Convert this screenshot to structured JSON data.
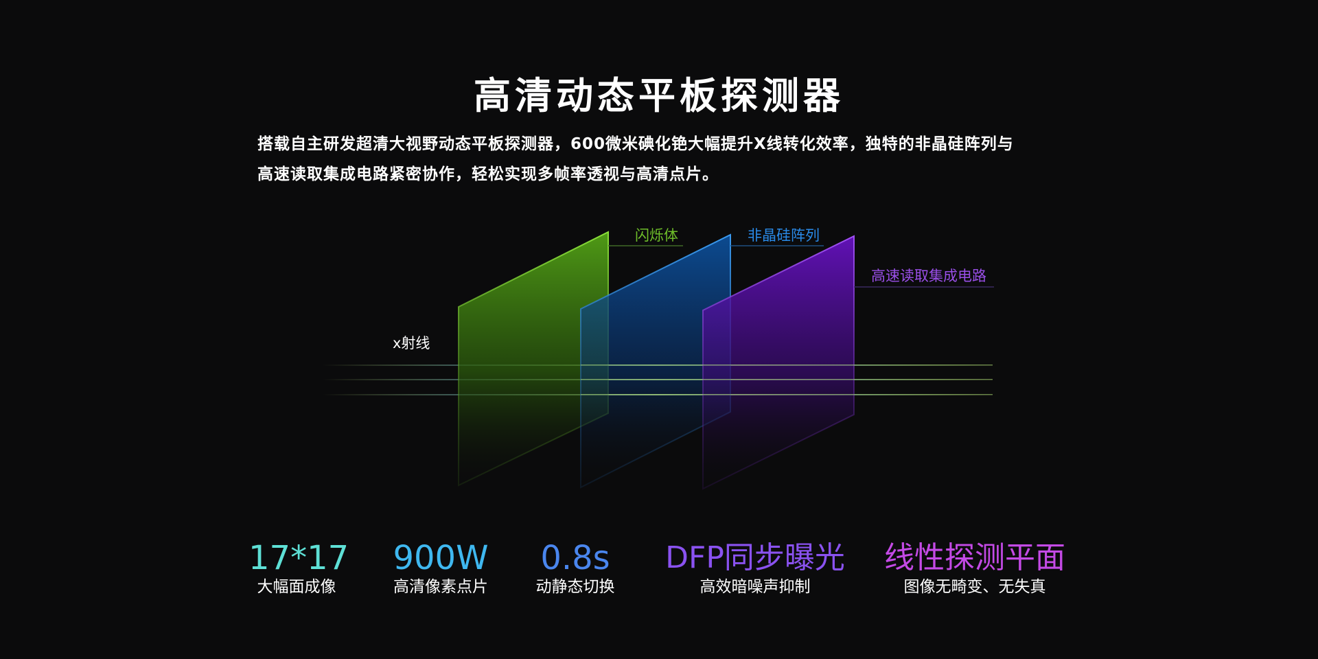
{
  "title": "高清动态平板探测器",
  "description": {
    "line1": "搭载自主研发超清大视野动态平板探测器，600微米碘化铯大幅提升X线转化效率，独特的非晶硅阵列与",
    "line2": "高速读取集成电路紧密协作，轻松实现多帧率透视与高清点片。"
  },
  "diagram": {
    "xray_label": "x射线",
    "layers": [
      {
        "name": "闪烁体",
        "color": "#6fbf2a"
      },
      {
        "name": "非晶硅阵列",
        "color": "#2a7fd8"
      },
      {
        "name": "高速读取集成电路",
        "color": "#8a3fe0"
      }
    ],
    "beam_color": "#c8f07a"
  },
  "stats": [
    {
      "value": "17*17",
      "caption": "大幅面成像",
      "color": "#5ee0d6"
    },
    {
      "value": "900W",
      "caption": "高清像素点片",
      "color": "#3fb8f0"
    },
    {
      "value": "0.8s",
      "caption": "动静态切换",
      "color": "#4a86ee"
    },
    {
      "value": "DFP同步曝光",
      "caption": "高效暗噪声抑制",
      "color": "#8a52f0"
    },
    {
      "value": "线性探测平面",
      "caption": "图像无畸变、无失真",
      "color": "#c44ae6"
    }
  ]
}
